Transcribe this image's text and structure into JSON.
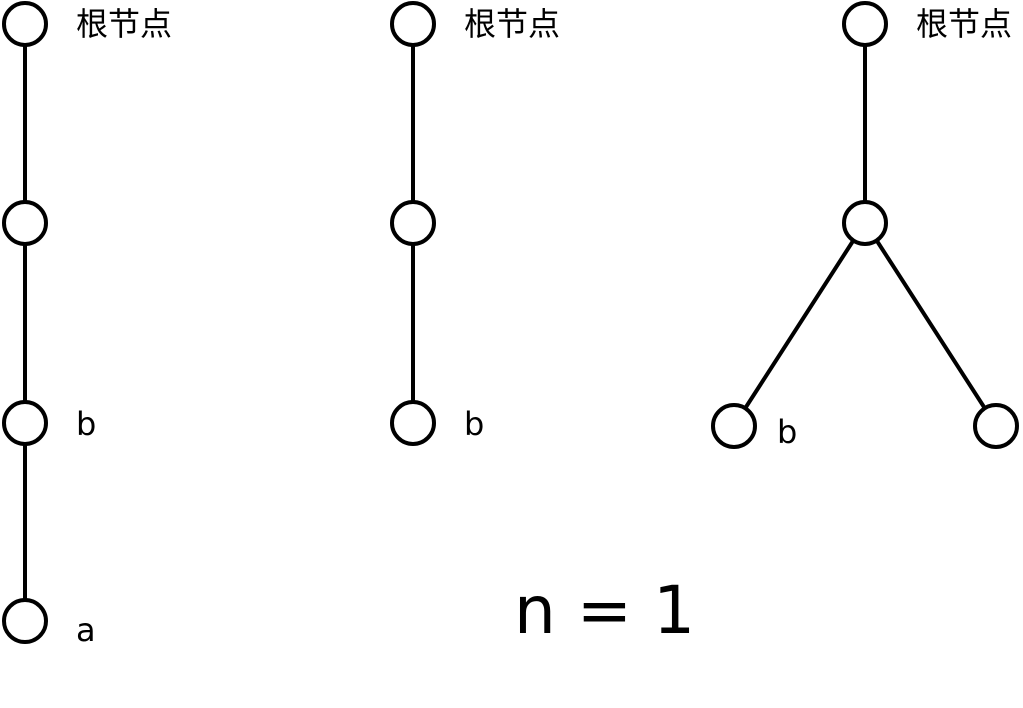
{
  "diagram": {
    "trees": [
      {
        "nodes": [
          {
            "label": "根节点"
          },
          {
            "label": ""
          },
          {
            "label": "b"
          },
          {
            "label": "a"
          }
        ]
      },
      {
        "nodes": [
          {
            "label": "根节点"
          },
          {
            "label": ""
          },
          {
            "label": "b"
          }
        ]
      },
      {
        "nodes": [
          {
            "label": "根节点"
          },
          {
            "label": ""
          },
          {
            "label": "b"
          },
          {
            "label": ""
          }
        ]
      }
    ],
    "formula": "n = 1"
  },
  "colors": {
    "stroke": "#000000",
    "node_fill": "#ffffff",
    "background": "#ffffff"
  }
}
